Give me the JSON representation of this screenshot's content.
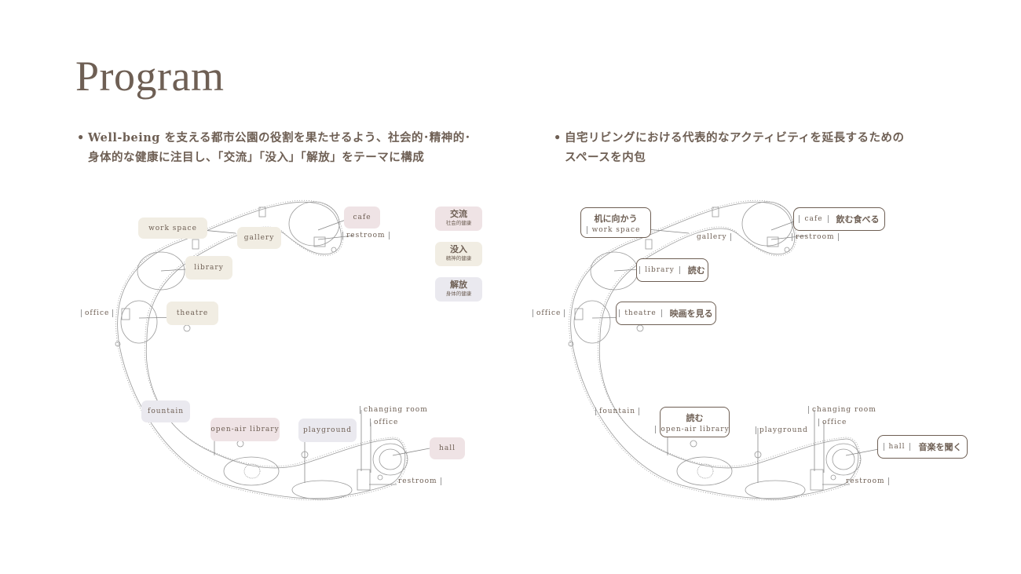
{
  "title": "Program",
  "left_note": {
    "line1": "Well-being を支える都市公園の役割を果たせるよう、社会的･精神的･",
    "line2": "身体的な健康に注目し、「交流」「没入」「解放」をテーマに構成"
  },
  "right_note": {
    "line1": "自宅リビングにおける代表的なアクティビティを延長するための",
    "line2": "スペースを内包"
  },
  "bullet": "•",
  "legend": [
    {
      "label": "交流",
      "sub": "社会的健康",
      "color": "#efe3e5"
    },
    {
      "label": "没入",
      "sub": "精神的健康",
      "color": "#f1ede3"
    },
    {
      "label": "解放",
      "sub": "身体的健康",
      "color": "#eae9ef"
    }
  ],
  "left_map": {
    "work_space": "work space",
    "gallery": "gallery",
    "cafe": "cafe",
    "restroom_top": "restroom",
    "library": "library",
    "office_left": "office",
    "theatre": "theatre",
    "fountain": "fountain",
    "open_air_library": "open-air library",
    "playground": "playground",
    "changing_room": "changing room",
    "office_bottom": "office",
    "hall": "hall",
    "restroom_bottom": "restroom"
  },
  "right_map": {
    "work_space": {
      "jp": "机に向かう",
      "en": "work space"
    },
    "gallery": "gallery",
    "cafe": {
      "en": "cafe",
      "jp": "飲む食べる"
    },
    "restroom_top": "restroom",
    "library": {
      "en": "library",
      "jp": "読む"
    },
    "office_left": "office",
    "theatre": {
      "en": "theatre",
      "jp": "映画を見る"
    },
    "fountain": "fountain",
    "open_air_library": {
      "jp": "読む",
      "en": "open-air library"
    },
    "playground": "playground",
    "changing_room": "changing room",
    "office_bottom": "office",
    "hall": {
      "en": "hall",
      "jp": "音楽を聞く"
    },
    "restroom_bottom": "restroom"
  }
}
